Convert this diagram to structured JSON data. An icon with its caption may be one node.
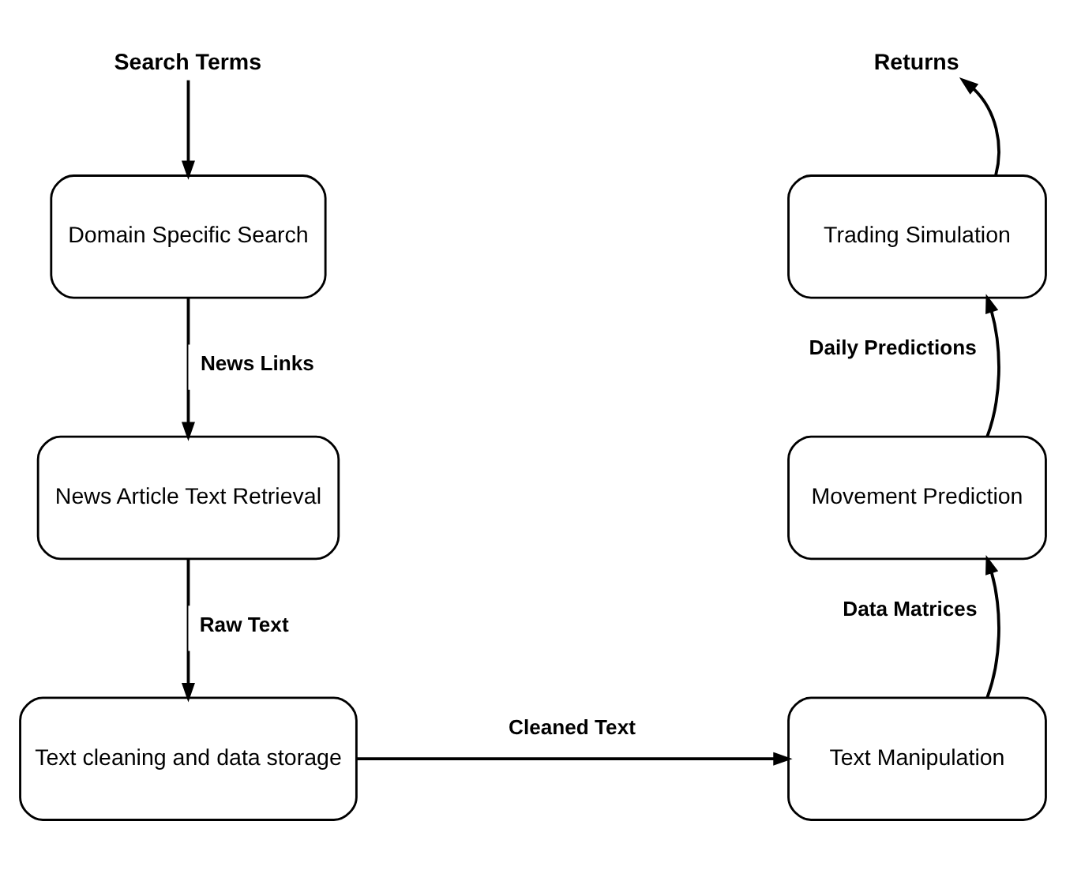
{
  "diagram": {
    "nodes": [
      {
        "text": [
          "Search Terms"
        ]
      },
      {
        "text": [
          "Domain Specific Search"
        ]
      },
      {
        "text": [
          "News Article Text Retrieval"
        ]
      },
      {
        "text": [
          "Text cleaning and data storage"
        ]
      },
      {
        "text": [
          "Text Manipulation"
        ]
      },
      {
        "text": [
          "Movement Prediction"
        ]
      },
      {
        "text": [
          "Trading Simulation"
        ]
      },
      {
        "text": [
          "Returns"
        ]
      }
    ],
    "edges": [
      {
        "from": 0,
        "to": 1,
        "arrow": "to"
      },
      {
        "from": 1,
        "to": 2,
        "label": "News Links",
        "arrow": "to"
      },
      {
        "from": 2,
        "to": 3,
        "label": "Raw Text",
        "arrow": "to"
      },
      {
        "from": 3,
        "to": 4,
        "label": "Cleaned Text",
        "arrow": "to"
      },
      {
        "from": 4,
        "to": 5,
        "label": "Data Matrices",
        "arrow": "to"
      },
      {
        "from": 5,
        "to": 6,
        "label": "Daily Predictions",
        "arrow": "to"
      },
      {
        "from": 6,
        "to": 7,
        "arrow": "to"
      }
    ]
  }
}
